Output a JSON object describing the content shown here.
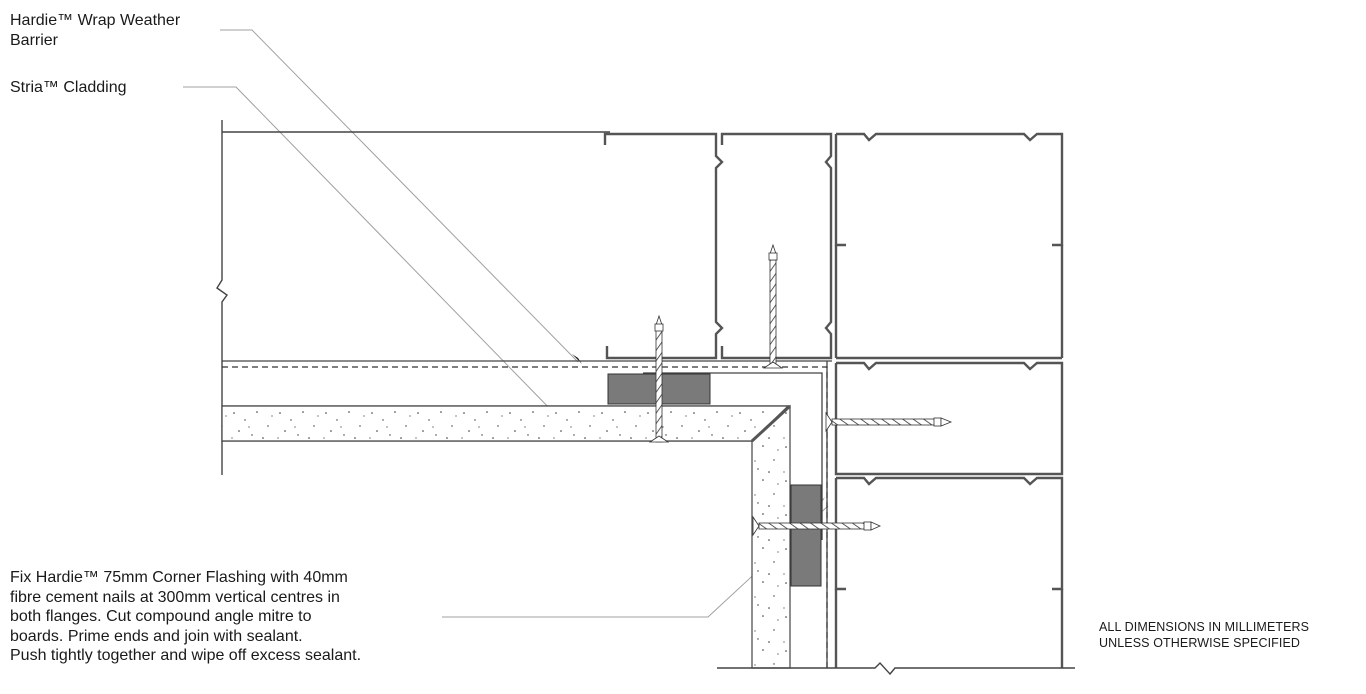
{
  "drawing": {
    "type": "construction-detail",
    "subject": "External corner detail with Stria cladding and corner flashing",
    "colors": {
      "line": "#444444",
      "leader": "#9a9a9a",
      "packer": "#7a7a7a",
      "background": "#ffffff"
    }
  },
  "labels": {
    "wrap_line1": "Hardie™ Wrap Weather",
    "wrap_line2": "Barrier",
    "cladding": "Stria™ Cladding"
  },
  "note": {
    "lines": [
      "Fix Hardie™ 75mm Corner Flashing with 40mm",
      "fibre cement nails at 300mm vertical centres in",
      "both flanges. Cut compound angle mitre to",
      "boards. Prime ends and join with sealant.",
      "Push tightly together and wipe off excess sealant."
    ]
  },
  "spec": {
    "line1": "ALL DIMENSIONS IN MILLIMETERS",
    "line2": "UNLESS OTHERWISE SPECIFIED"
  }
}
